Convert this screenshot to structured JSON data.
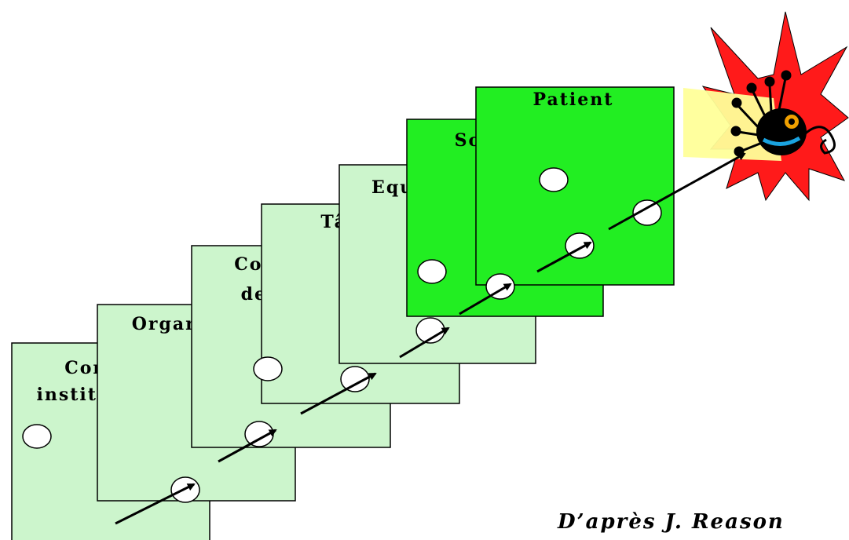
{
  "layers": [
    {
      "label_lines": [
        "Contexte",
        "institutionnel"
      ],
      "fill": "#ccf5cc"
    },
    {
      "label_lines": [
        "Organisation"
      ],
      "fill": "#ccf5cc"
    },
    {
      "label_lines": [
        "Conditions",
        "de travail"
      ],
      "fill": "#ccf5cc"
    },
    {
      "label_lines": [
        "Tâches"
      ],
      "fill": "#ccf5cc"
    },
    {
      "label_lines": [
        "Equipe"
      ],
      "fill": "#ccf5cc"
    },
    {
      "label_lines": [
        "Soignant"
      ],
      "fill": "#22ee22"
    },
    {
      "label_lines": [
        "Patient"
      ],
      "fill": "#22ee22"
    }
  ],
  "attribution": "D’après J. Reason",
  "hazard_icon": "explosion-virus-icon",
  "colors": {
    "light_layer": "#ccf5cc",
    "bright_layer": "#22ee22",
    "burst": "#ff1a1a",
    "ray": "#ffff99"
  }
}
